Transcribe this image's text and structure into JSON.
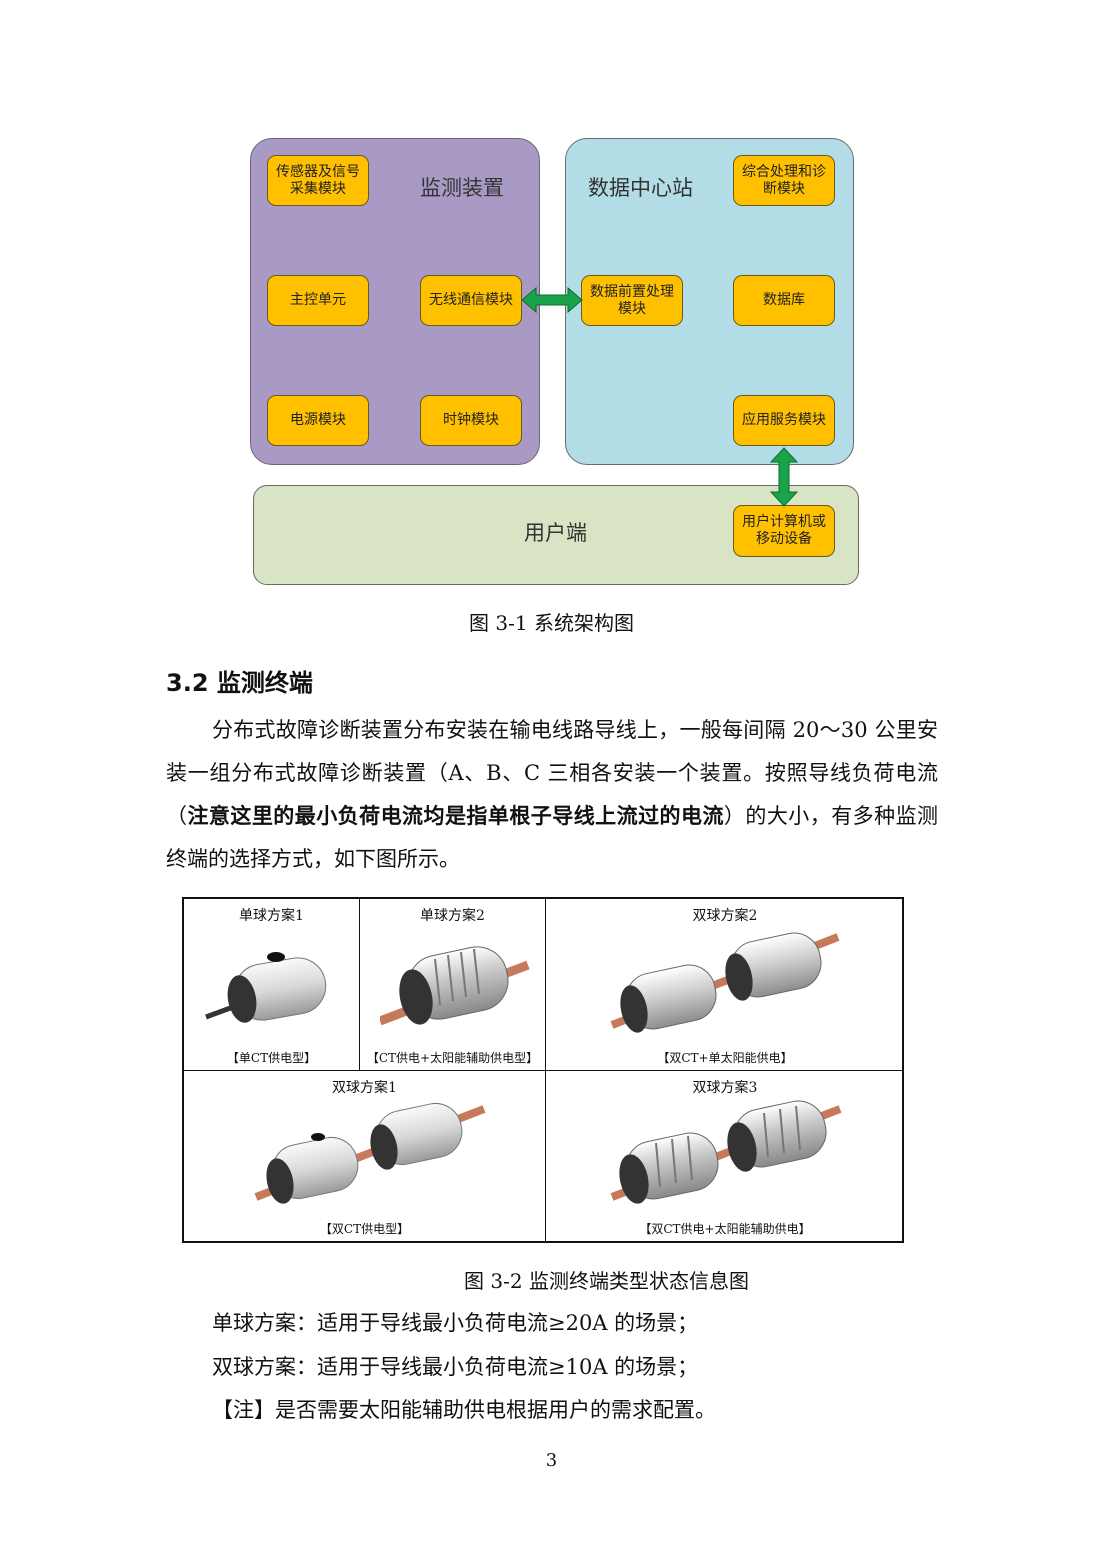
{
  "diagram": {
    "monitor": {
      "title": "监测装置",
      "modules": [
        "传感器及信号采集模块",
        "主控单元",
        "无线通信模块",
        "电源模块",
        "时钟模块"
      ],
      "color": "#a89ac4"
    },
    "datacenter": {
      "title": "数据中心站",
      "modules": [
        "综合处理和诊断模块",
        "数据前置处理模块",
        "数据库",
        "应用服务模块"
      ],
      "color": "#b3dde6"
    },
    "user": {
      "title": "用户端",
      "modules": [
        "用户计算机或移动设备"
      ],
      "color": "#d8e4c4"
    },
    "module_color": "#ffc000",
    "arrow_color": "#1aa34a"
  },
  "fig1_caption": "图 3-1  系统架构图",
  "section": {
    "heading": "3.2  监测终端",
    "para_before": "分布式故障诊断装置分布安装在输电线路导线上，一般每间隔 20～30 公里安装一组分布式故障诊断装置（A、B、C 三相各安装一个装置。按照导线负荷电流（",
    "para_bold": "注意这里的最小负荷电流均是指单根子导线上流过的电流",
    "para_after": "）的大小，有多种监测终端的选择方式，如下图所示。"
  },
  "table": {
    "cells": [
      {
        "title": "单球方案1",
        "label": "【单CT供电型】"
      },
      {
        "title": "单球方案2",
        "label": "【CT供电+太阳能辅助供电型】"
      },
      {
        "title": "双球方案2",
        "label": "【双CT+单太阳能供电】"
      },
      {
        "title": "双球方案1",
        "label": "【双CT供电型】"
      },
      {
        "title": "双球方案3",
        "label": "【双CT供电+太阳能辅助供电】"
      }
    ]
  },
  "fig2_caption": "图 3-2  监测终端类型状态信息图",
  "notes": [
    "单球方案：适用于导线最小负荷电流≥20A 的场景；",
    "双球方案：适用于导线最小负荷电流≥10A 的场景；",
    "【注】是否需要太阳能辅助供电根据用户的需求配置。"
  ],
  "page_number": "3"
}
